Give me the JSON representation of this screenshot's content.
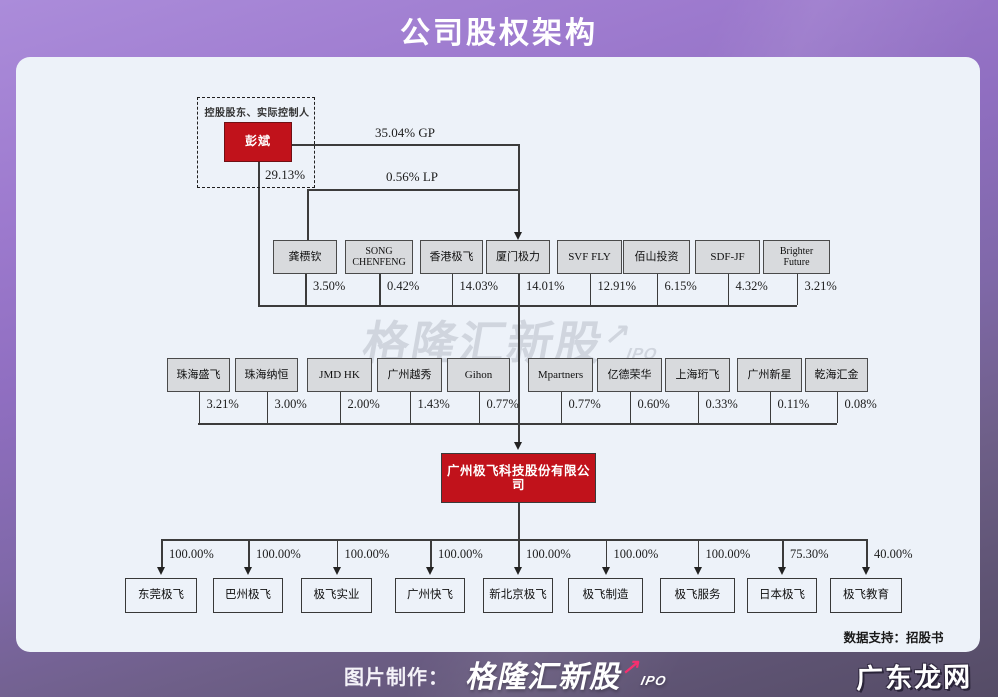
{
  "title": "公司股权架构",
  "controller": {
    "group_label": "控股股东、实际控制人",
    "name": "彭斌"
  },
  "edges": {
    "gp": "35.04% GP",
    "lp": "0.56% LP",
    "direct": "29.13%"
  },
  "row1": [
    {
      "name": "龚槚钦",
      "pct": "3.50%"
    },
    {
      "name": "SONG CHENFENG",
      "pct": "0.42%"
    },
    {
      "name": "香港极飞",
      "pct": "14.03%"
    },
    {
      "name": "厦门极力",
      "pct": "14.01%"
    },
    {
      "name": "SVF FLY",
      "pct": "12.91%"
    },
    {
      "name": "佰山投资",
      "pct": "6.15%"
    },
    {
      "name": "SDF-JF",
      "pct": "4.32%"
    },
    {
      "name": "Brighter Future",
      "pct": "3.21%"
    }
  ],
  "row2": [
    {
      "name": "珠海盛飞",
      "pct": "3.21%"
    },
    {
      "name": "珠海纳恒",
      "pct": "3.00%"
    },
    {
      "name": "JMD HK",
      "pct": "2.00%"
    },
    {
      "name": "广州越秀",
      "pct": "1.43%"
    },
    {
      "name": "Gihon",
      "pct": "0.77%"
    },
    {
      "name": "Mpartners",
      "pct": "0.77%"
    },
    {
      "name": "亿德荣华",
      "pct": "0.60%"
    },
    {
      "name": "上海珩飞",
      "pct": "0.33%"
    },
    {
      "name": "广州新星",
      "pct": "0.11%"
    },
    {
      "name": "乾海汇金",
      "pct": "0.08%"
    }
  ],
  "company": {
    "name": "广州极飞科技股份有限公司"
  },
  "subsidiaries": [
    {
      "name": "东莞极飞",
      "pct": "100.00%"
    },
    {
      "name": "巴州极飞",
      "pct": "100.00%"
    },
    {
      "name": "极飞实业",
      "pct": "100.00%"
    },
    {
      "name": "广州快飞",
      "pct": "100.00%"
    },
    {
      "name": "新北京极飞",
      "pct": "100.00%"
    },
    {
      "name": "极飞制造",
      "pct": "100.00%"
    },
    {
      "name": "极飞服务",
      "pct": "100.00%"
    },
    {
      "name": "日本极飞",
      "pct": "75.30%"
    },
    {
      "name": "极飞教育",
      "pct": "40.00%"
    }
  ],
  "watermark": {
    "text": "格隆汇新股",
    "arrow": "↗",
    "suffix": "IPO"
  },
  "data_support": "数据支持：招股书",
  "footer": {
    "credit_label": "图片制作：",
    "brand": "格隆汇新股",
    "brand_arrow": "↗",
    "brand_suffix": "IPO",
    "site": "广东龙网"
  },
  "colors": {
    "accent_red": "#c1121b",
    "card_bg": "#edf2f9",
    "gray_node": "#d8dadd",
    "line": "#3c3c3c",
    "brand_pink": "#f5306f"
  }
}
